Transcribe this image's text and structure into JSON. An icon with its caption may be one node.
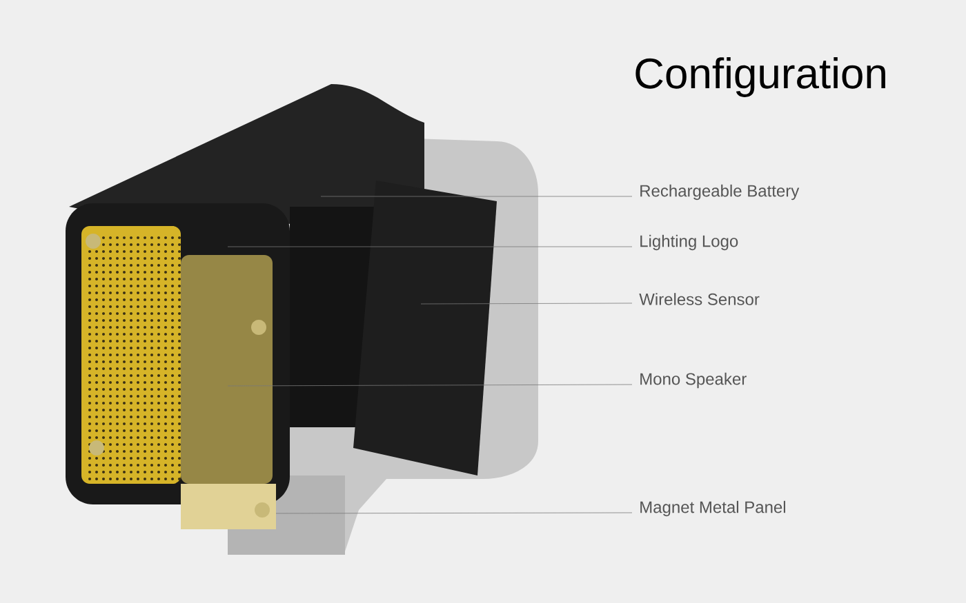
{
  "diagram": {
    "title": "Configuration",
    "nodes": [
      {
        "text": [
          "Rechargeable Battery"
        ]
      },
      {
        "text": [
          "Lighting Logo"
        ]
      },
      {
        "text": [
          "Wireless Sensor"
        ]
      },
      {
        "text": [
          "Mono Speaker"
        ]
      },
      {
        "text": [
          "Magnet Metal Panel"
        ]
      }
    ],
    "edges": [
      {
        "from": 0,
        "to": null,
        "arrow": "none"
      },
      {
        "from": 1,
        "to": null,
        "arrow": "none"
      },
      {
        "from": 2,
        "to": null,
        "arrow": "none"
      },
      {
        "from": 3,
        "to": null,
        "arrow": "none"
      },
      {
        "from": 4,
        "to": null,
        "arrow": "none"
      }
    ]
  }
}
